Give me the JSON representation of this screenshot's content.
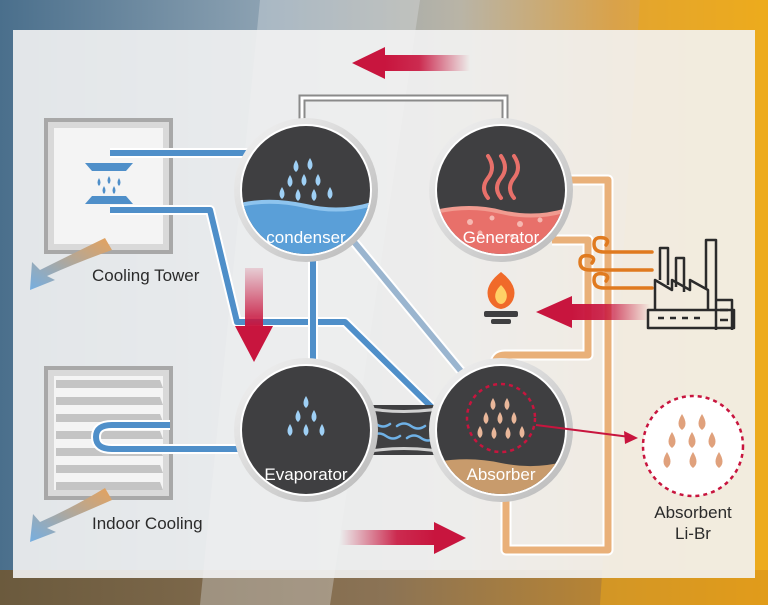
{
  "labels": {
    "condenser": "condenser",
    "generator": "Generator",
    "evaporator": "Evaporator",
    "absorber": "Absorber",
    "cooling_tower": "Cooling Tower",
    "indoor_cooling": "Indoor Cooling",
    "absorbent_line1": "Absorbent",
    "absorbent_line2": "Li-Br"
  },
  "colors": {
    "panel": "#f3f3f3",
    "tank_dark": "#3f3f41",
    "tank_ring": "#d8d8d8",
    "water_blue": "#5a9fd8",
    "pipe_blue": "#4f8fc9",
    "generator_red": "#e8706a",
    "absorbent_orange": "#e9b079",
    "arrow_crimson": "#c8153e",
    "drip_orange": "#e0a17c",
    "flame_orange": "#f06a2a"
  },
  "icons": [
    "water-drops-icon",
    "heat-waves-icon",
    "flame-icon",
    "factory-icon",
    "heat-swirl-icon",
    "wave-icon"
  ]
}
